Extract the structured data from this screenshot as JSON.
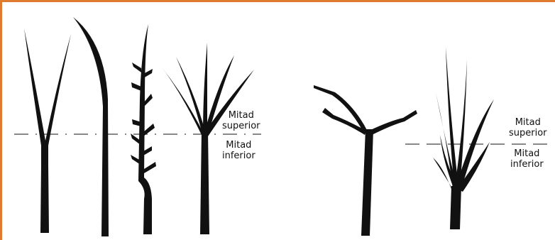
{
  "colors": {
    "frame": "#e07a2e",
    "ink": "#111111",
    "background": "#ffffff"
  },
  "left_group": {
    "upper_label": [
      "Mitad",
      "superior"
    ],
    "lower_label": [
      "Mitad",
      "inferior"
    ]
  },
  "right_group": {
    "upper_label": [
      "Mitad",
      "superior"
    ],
    "lower_label": [
      "Mitad",
      "inferior"
    ]
  }
}
